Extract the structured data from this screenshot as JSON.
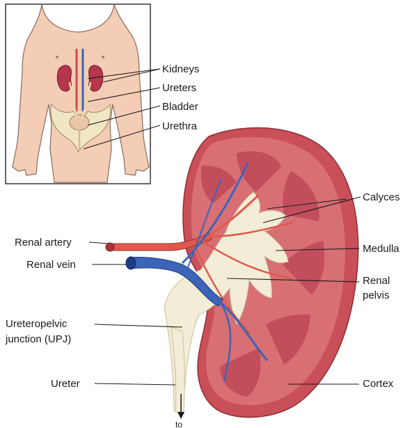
{
  "inset_labels": {
    "kidneys": "Kidneys",
    "ureters": "Ureters",
    "bladder": "Bladder",
    "urethra": "Urethra"
  },
  "main_labels": {
    "calyces": "Calyces",
    "medulla": "Medulla",
    "renal_pelvis_line1": "Renal",
    "renal_pelvis_line2": "pelvis",
    "cortex": "Cortex",
    "renal_artery": "Renal artery",
    "renal_vein": "Renal vein",
    "upj_line1": "Ureteropelvic",
    "upj_line2": "junction (UPJ)",
    "ureter": "Ureter",
    "to_bladder_partial": "to"
  },
  "colors": {
    "cortex": "#d86f74",
    "capsule": "#b9454d",
    "medulla_pyramid": "#c24e5c",
    "pelvis": "#f3ecd6",
    "artery": "#e0584c",
    "vein": "#3c64b8",
    "skin": "#f4cdb7",
    "line": "#1a1a1a"
  }
}
